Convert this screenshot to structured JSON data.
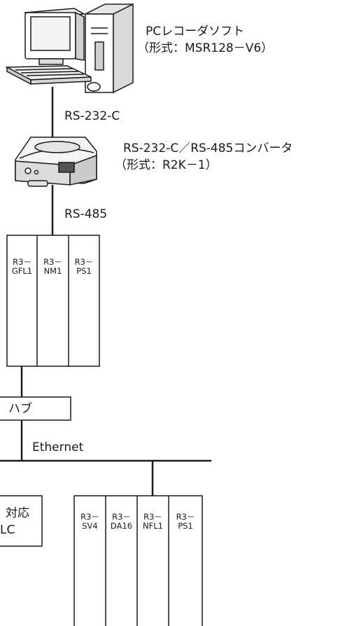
{
  "pc_software": {
    "name": "PCレコーダソフト",
    "model": "（形式：MSR128－V6）"
  },
  "rs232_link": "RS-232-C",
  "converter": {
    "name": "RS-232-C／RS-485コンバータ",
    "model": "（形式：R2K－1）"
  },
  "rs485_link": "RS-485",
  "rack1": [
    {
      "line1": "R3－",
      "line2": "GFL1"
    },
    {
      "line1": "R3－",
      "line2": "NM1"
    },
    {
      "line1": "R3－",
      "line2": "PS1"
    }
  ],
  "hub": "ハブ",
  "ethernet": "Ethernet",
  "plc_box": {
    "line1": "対応",
    "line2": "LC"
  },
  "rack2": [
    {
      "line1": "R3－",
      "line2": "SV4"
    },
    {
      "line1": "R3－",
      "line2": "DA16"
    },
    {
      "line1": "R3－",
      "line2": "NFL1"
    },
    {
      "line1": "R3－",
      "line2": "PS1"
    }
  ]
}
